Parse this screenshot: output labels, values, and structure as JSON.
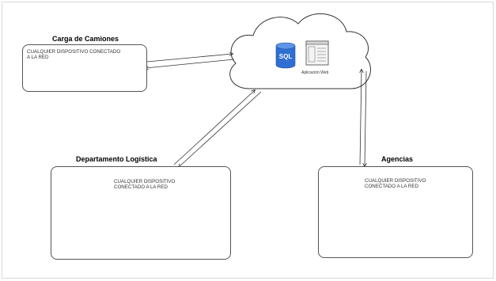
{
  "diagram": {
    "cloud": {
      "sql_label": "SQL",
      "web_app_label": "Aplicación Web"
    },
    "nodes": [
      {
        "id": "carga",
        "title": "Carga de Camiones",
        "desc": "CUALQUIER DISPOSITIVO CONECTADO A LA RED"
      },
      {
        "id": "logistica",
        "title": "Departamento Logística",
        "desc": "CUALQUIER DISPOSITIVO CONECTADO A LA RED"
      },
      {
        "id": "agencias",
        "title": "Agencias",
        "desc": "CUALQUIER DISPOSITIVO CONECTADO A LA RED"
      }
    ],
    "devices": [
      "tablet-icon",
      "laptop-icon",
      "desktop-computer-icon"
    ],
    "colors": {
      "line": "#333333",
      "device_gray": "#555555",
      "screen_blue": "#4a7fc1",
      "db_blue": "#2f6fd3"
    }
  }
}
